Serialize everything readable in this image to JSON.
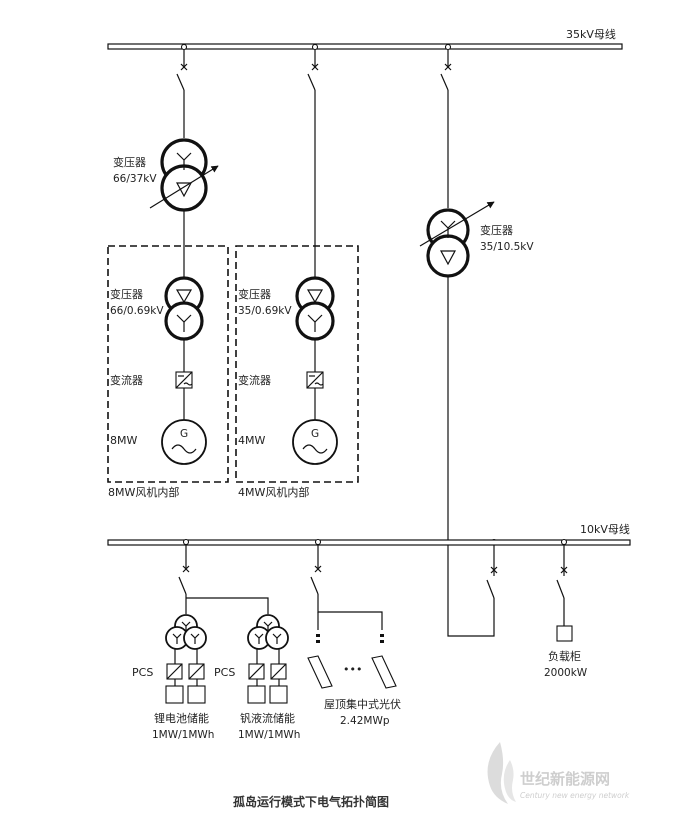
{
  "bus_35kv": {
    "label": "35kV母线"
  },
  "bus_10kv": {
    "label": "10kV母线"
  },
  "transformer_main": {
    "name": "变压器",
    "ratio": "66/37kV"
  },
  "transformer_right": {
    "name": "变压器",
    "ratio": "35/10.5kV"
  },
  "wind_8mw": {
    "transformer_name": "变压器",
    "transformer_ratio": "66/0.69kV",
    "converter": "变流器",
    "rating": "8MW",
    "box_label": "8MW风机内部",
    "generator_symbol": "G"
  },
  "wind_4mw": {
    "transformer_name": "变压器",
    "transformer_ratio": "35/0.69kV",
    "converter": "变流器",
    "rating": "4MW",
    "box_label": "4MW风机内部",
    "generator_symbol": "G"
  },
  "storage": {
    "pcs_label": "PCS",
    "lithium_name": "锂电池储能",
    "lithium_rating": "1MW/1MWh",
    "vanadium_name": "钒液流储能",
    "vanadium_rating": "1MW/1MWh"
  },
  "pv": {
    "name": "屋顶集中式光伏",
    "rating": "2.42MWp",
    "ellipsis": "•••"
  },
  "load": {
    "name": "负载柜",
    "rating": "2000kW"
  },
  "caption": "孤岛运行模式下电气拓扑简图",
  "watermark": {
    "name": "世纪新能源网",
    "en": "Century new energy network"
  }
}
